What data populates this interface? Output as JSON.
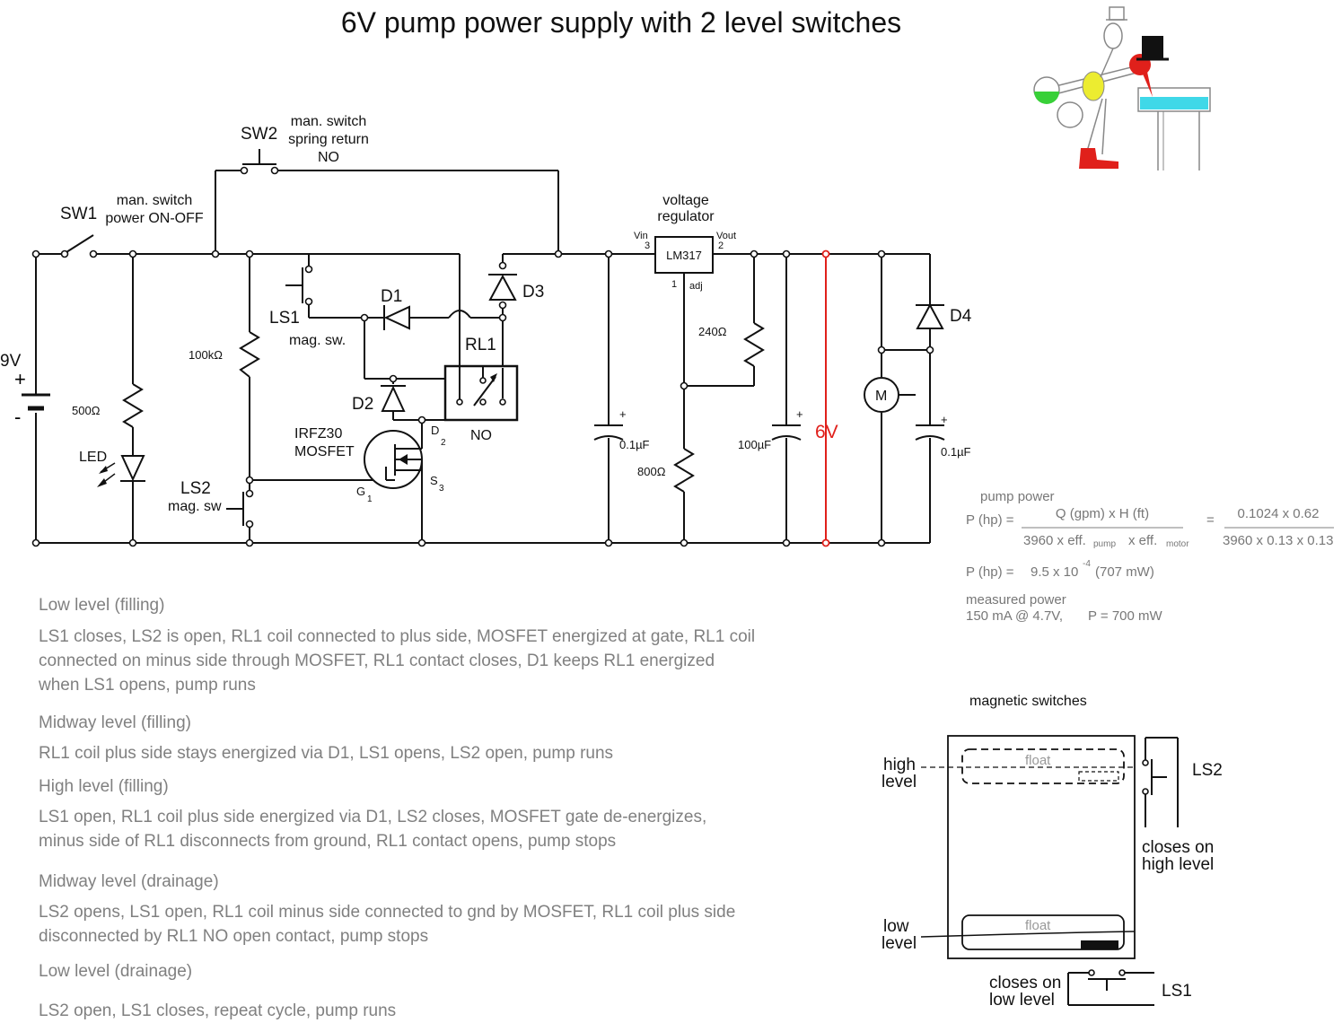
{
  "title": "6V pump power supply with 2 level switches",
  "components": {
    "battery": {
      "voltage": "9V",
      "plus": "+",
      "minus": "-"
    },
    "sw1": {
      "name": "SW1",
      "desc1": "man. switch",
      "desc2": "power ON-OFF"
    },
    "sw2": {
      "name": "SW2",
      "desc1": "man. switch",
      "desc2": "spring return",
      "desc3": "NO"
    },
    "ls1": {
      "name": "LS1",
      "desc": "mag. sw."
    },
    "ls2": {
      "name": "LS2",
      "desc": "mag. sw"
    },
    "r100k": "100kΩ",
    "r500": "500Ω",
    "led": "LED",
    "d1": "D1",
    "d2": "D2",
    "d3": "D3",
    "d4": "D4",
    "rl1": {
      "name": "RL1",
      "contact": "NO"
    },
    "mosfet": {
      "line1": "IRFZ30",
      "line2": "MOSFET",
      "gate": "G",
      "gate_n": "1",
      "drain": "D",
      "drain_n": "2",
      "source": "S",
      "source_n": "3"
    },
    "regulator": {
      "title1": "voltage",
      "title2": "regulator",
      "chip": "LM317",
      "vin": "Vin",
      "vin_n": "3",
      "vout": "Vout",
      "vout_n": "2",
      "adj_n": "1",
      "adj": "adj"
    },
    "r240": "240Ω",
    "r800": "800Ω",
    "c_in": {
      "plus": "+",
      "value": "0.1µF"
    },
    "c_out": {
      "plus": "+",
      "value": "100µF"
    },
    "c_motor": {
      "plus": "+",
      "value": "0.1µF"
    },
    "out_voltage": "6V",
    "motor": "M"
  },
  "power_calc": {
    "heading": "pump power",
    "lhs": "P (hp) =",
    "numerator": "Q (gpm) x H (ft)",
    "denominator_a": "3960 x eff.",
    "denominator_a_sub": "pump",
    "denominator_b": "x eff.",
    "denominator_b_sub": "motor",
    "equals": "=",
    "num_values": "0.1024 x 0.62",
    "den_values": "3960 x 0.13 x 0.13",
    "result_lhs": "P (hp) =",
    "result_base": "9.5 x 10",
    "result_exp": "-4",
    "result_mw": "(707 mW)",
    "measured_heading": "measured power",
    "measured_current": "150 mA @ 4.7V,",
    "measured_p": "P = 700 mW"
  },
  "mag_switches": {
    "title": "magnetic switches",
    "high_level_1": "high",
    "high_level_2": "level",
    "low_level_1": "low",
    "low_level_2": "level",
    "float_top": "float",
    "float_bottom": "float",
    "ls2": "LS2",
    "ls2_note_1": "closes on",
    "ls2_note_2": "high level",
    "ls1": "LS1",
    "ls1_note_1": "closes on",
    "ls1_note_2": "low level"
  },
  "description": {
    "low_fill_title": "Low level (filling)",
    "low_fill_text": "LS1 closes, LS2 is open, RL1 coil connected to plus side, MOSFET energized at gate, RL1 coil connected on minus side through MOSFET, RL1 contact closes, D1 keeps RL1 energized when LS1 opens, pump runs",
    "mid_fill_title": "Midway level (filling)",
    "mid_fill_text": "RL1 coil plus side stays energized via D1, LS1 opens, LS2 open, pump runs",
    "high_fill_title": "High level (filling)",
    "high_fill_text": "LS1 open, RL1 coil plus side energized via D1, LS2 closes, MOSFET gate de-energizes, minus side of RL1 disconnects from ground, RL1 contact opens, pump stops",
    "mid_drain_title": "Midway level (drainage)",
    "mid_drain_text": "LS2 opens, LS1 open, RL1 coil minus side connected to gnd by MOSFET, RL1 coil plus side disconnected by RL1 NO open contact, pump stops",
    "low_drain_title": "Low level (drainage)",
    "low_drain_text": "LS2 open, LS1 closes, repeat cycle, pump runs"
  },
  "colors": {
    "wire": "#111111",
    "output_rail": "#e0201b",
    "note_text": "#808080"
  }
}
